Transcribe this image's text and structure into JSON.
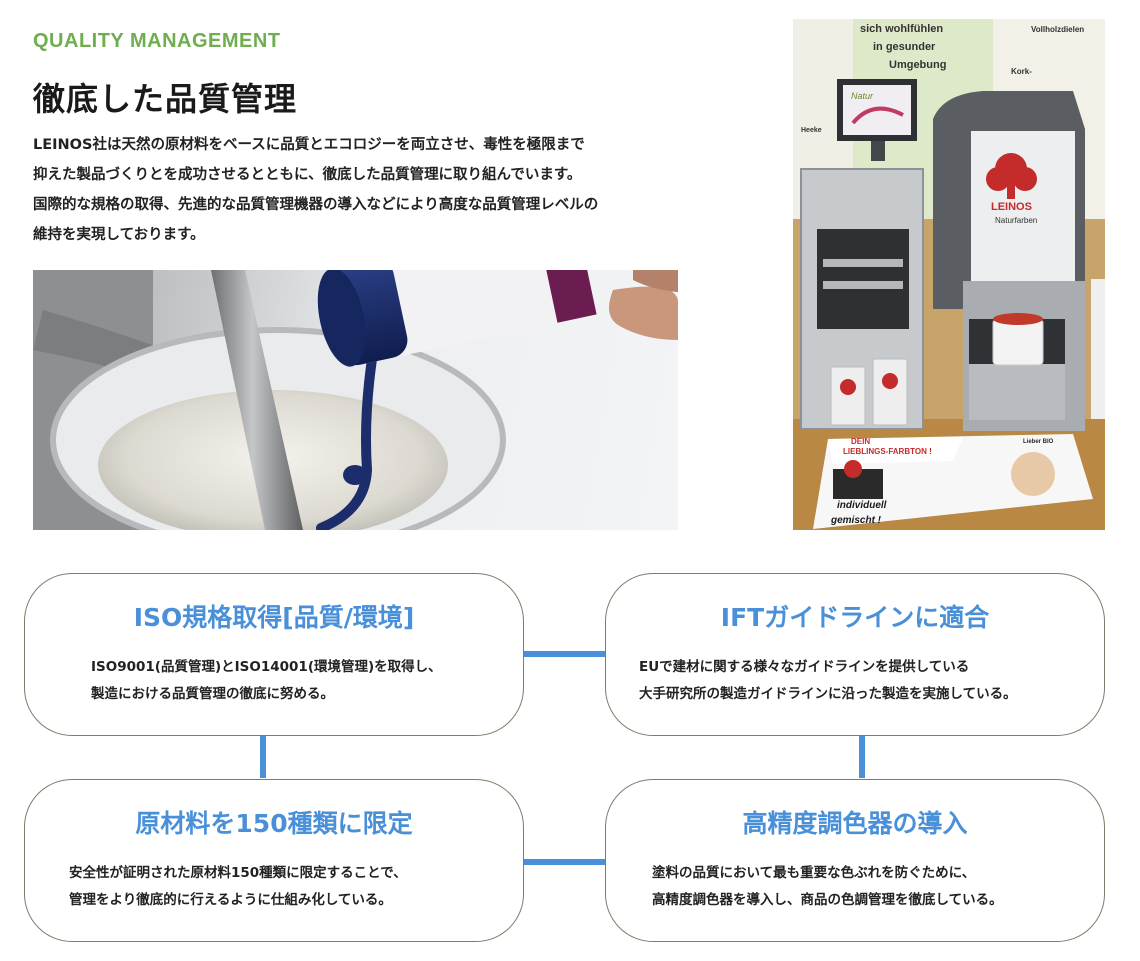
{
  "header": {
    "eyebrow": "QUALITY MANAGEMENT",
    "title": "徹底した品質管理",
    "intro_lines": [
      "LEINOS社は天然の原材料をベースに品質とエコロジーを両立させ、毒性を極限まで",
      "抑えた製品づくりとを成功させるとともに、徹底した品質管理に取り組んでいます。",
      "国際的な規格の取得、先進的な品質管理機器の導入などにより高度な品質管理レベルの",
      "維持を実現しております。"
    ]
  },
  "photos": {
    "machine": {
      "poster_lines": [
        "sich wohlfühlen",
        "in gesunder",
        "Umgebung"
      ],
      "poster_right": "Vollholzdielen",
      "poster_kork": "Kork-",
      "poster_heeke": "Heeke",
      "brand": "LEINOS",
      "brand_sub": "Naturfarben",
      "banner_line1": "DEIN",
      "banner_line2": "LIEBLINGS-FARBTON !",
      "banner_line3": "individuell",
      "banner_line4": "gemischt !",
      "banner_logo": "Lieber BIO",
      "screen_text": "Natur"
    }
  },
  "features": [
    {
      "title": "ISO規格取得[品質/環境]",
      "lines": [
        "ISO9001(品質管理)とISO14001(環境管理)を取得し、",
        "製造における品質管理の徹底に努める。"
      ]
    },
    {
      "title": "IFTガイドラインに適合",
      "lines": [
        "EUで建材に関する様々なガイドラインを提供している",
        "大手研究所の製造ガイドラインに沿った製造を実施している。"
      ]
    },
    {
      "title": "原材料を150種類に限定",
      "lines": [
        "安全性が証明された原材料150種類に限定することで、",
        "管理をより徹底的に行えるように仕組み化している。"
      ]
    },
    {
      "title": "高精度調色器の導入",
      "lines": [
        "塗料の品質において最も重要な色ぶれを防ぐために、",
        "高精度調色器を導入し、商品の色調管理を徹底している。"
      ]
    }
  ],
  "colors": {
    "eyebrow": "#6fae4f",
    "accent": "#4a90d9",
    "box_border": "#7d7d6a"
  }
}
